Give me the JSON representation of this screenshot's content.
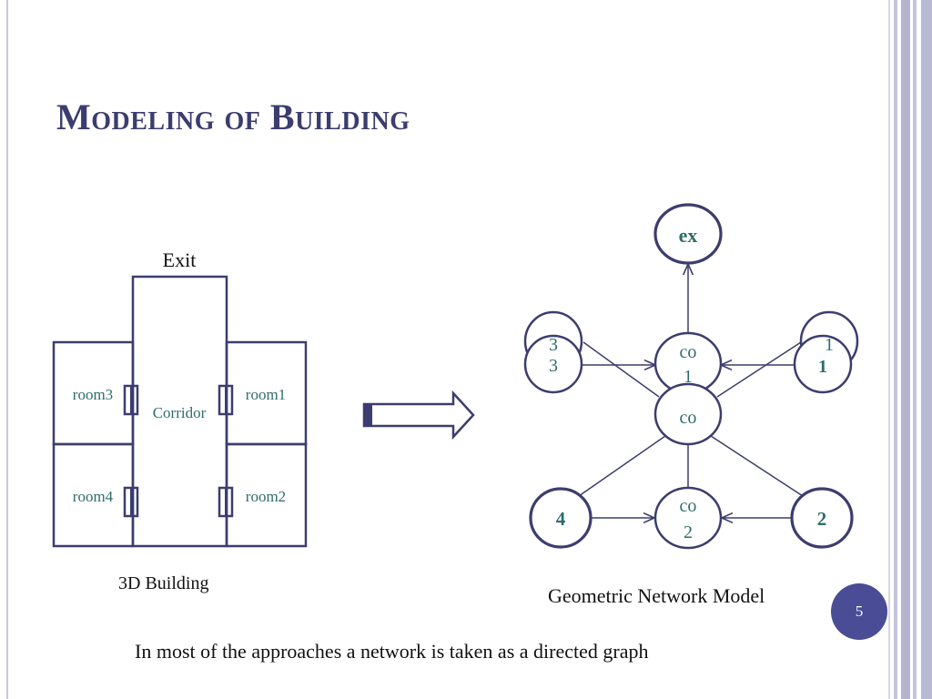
{
  "slide": {
    "title": "Modeling of Building",
    "page_number": "5",
    "bottom_text": "In most of the approaches a network is taken as a directed graph"
  },
  "building": {
    "exit_label": "Exit",
    "corridor_label": "Corridor",
    "rooms": [
      "room3",
      "room1",
      "room4",
      "room2"
    ],
    "caption": "3D Building"
  },
  "network": {
    "caption": "Geometric Network Model",
    "nodes": {
      "ex": "ex",
      "r3a": "3",
      "r3b": "3",
      "co1a": "co",
      "co1b": "1",
      "r1a": "1",
      "r1b": "1",
      "co": "co",
      "r4": "4",
      "co2a": "co",
      "co2b": "2",
      "r2": "2"
    }
  },
  "colors": {
    "title": "#3c3d6e",
    "stroke": "#3c3d6e",
    "node_text": "#2f6c6c",
    "badge": "#4a4c95"
  }
}
